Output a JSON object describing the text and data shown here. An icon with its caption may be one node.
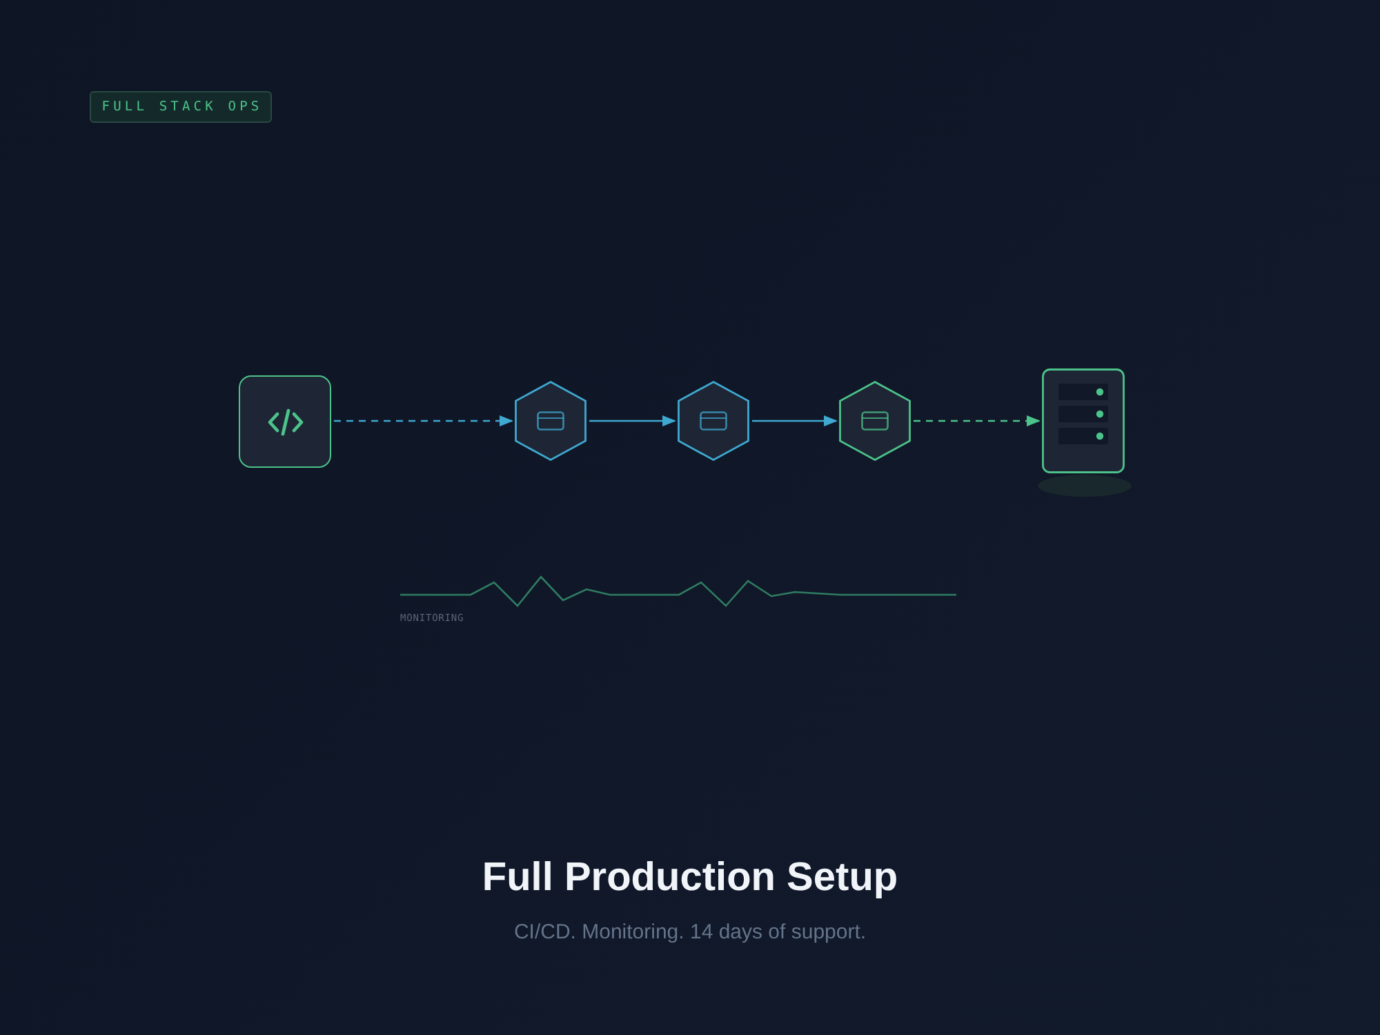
{
  "diagram": {
    "title": "Full Production Setup",
    "caption": "CI/CD. Monitoring. 14 days of support.",
    "nodes": [
      {
        "text": [
          "FULL STACK OPS"
        ]
      },
      {
        "text": [],
        "shape": "box"
      },
      {
        "text": [],
        "shape": "hexagon"
      },
      {
        "text": [],
        "shape": "hexagon"
      },
      {
        "text": [],
        "shape": "hexagon"
      },
      {
        "text": [],
        "shape": "server"
      }
    ],
    "edges": [
      {
        "from": 1,
        "to": 2,
        "arrow": "to",
        "style": "dashed"
      },
      {
        "from": 2,
        "to": 3,
        "arrow": "to"
      },
      {
        "from": 3,
        "to": 4,
        "arrow": "to"
      },
      {
        "from": 4,
        "to": 5,
        "arrow": "to",
        "style": "dashed",
        "color": "#4cc38a"
      }
    ],
    "labels": [
      "MONITORING"
    ]
  }
}
